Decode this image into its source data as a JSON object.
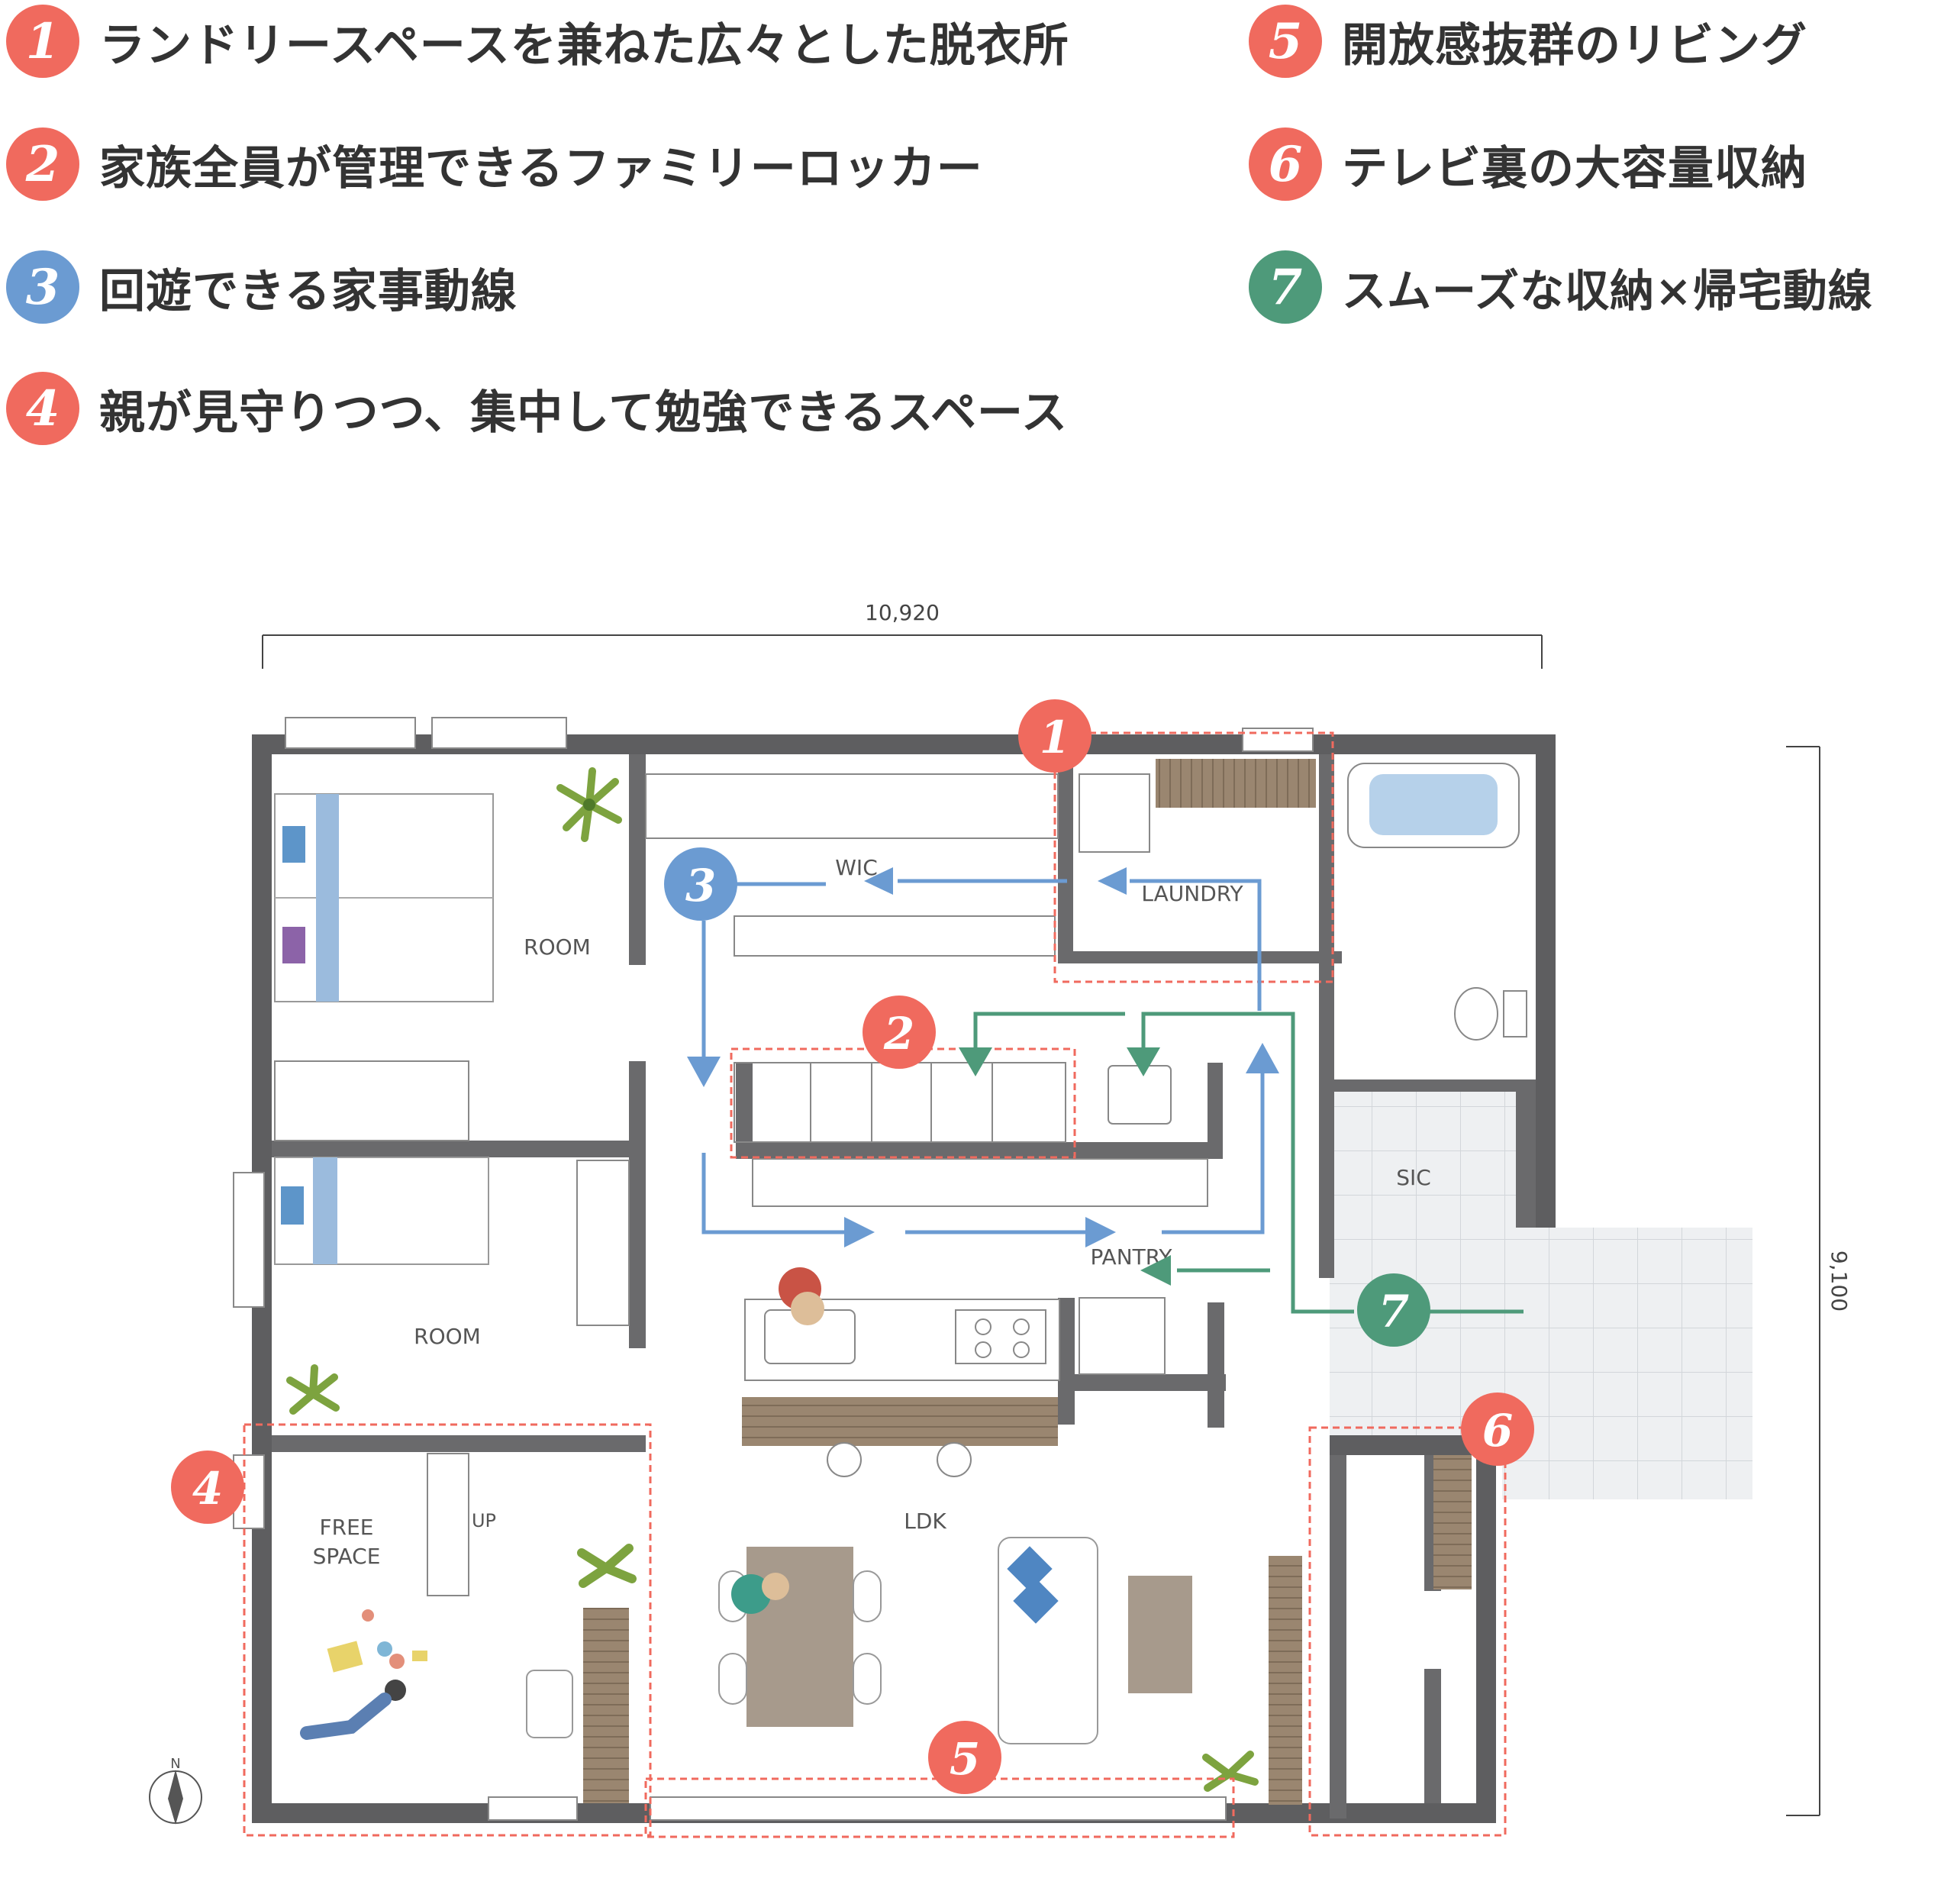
{
  "colors": {
    "red": "#F06A5E",
    "blue": "#6B9BD2",
    "green": "#4E9A7A",
    "wall": "#5E5E60",
    "dash": "#F06A5E"
  },
  "legend": [
    {
      "num": "1",
      "text": "ランドリースペースを兼ねた広々とした脱衣所",
      "color": "red"
    },
    {
      "num": "2",
      "text": "家族全員が管理できるファミリーロッカー",
      "color": "red"
    },
    {
      "num": "3",
      "text": "回遊できる家事動線",
      "color": "blue"
    },
    {
      "num": "4",
      "text": "親が見守りつつ、集中して勉強できるスペース",
      "color": "red"
    },
    {
      "num": "5",
      "text": "開放感抜群のリビング",
      "color": "red"
    },
    {
      "num": "6",
      "text": "テレビ裏の大容量収納",
      "color": "red"
    },
    {
      "num": "7",
      "text": "スムーズな収納×帰宅動線",
      "color": "green"
    }
  ],
  "plan": {
    "dim_width": "10,920",
    "dim_height": "9,100",
    "rooms": {
      "room1": "ROOM",
      "room2": "ROOM",
      "wic": "WIC",
      "laundry": "LAUNDRY",
      "sic": "SIC",
      "pantry": "PANTRY",
      "free1": "FREE",
      "free2": "SPACE",
      "up": "UP",
      "ldk": "LDK"
    },
    "compass": "N",
    "markers": [
      {
        "num": "1",
        "color": "red"
      },
      {
        "num": "2",
        "color": "red"
      },
      {
        "num": "3",
        "color": "blue"
      },
      {
        "num": "4",
        "color": "red"
      },
      {
        "num": "5",
        "color": "red"
      },
      {
        "num": "6",
        "color": "red"
      },
      {
        "num": "7",
        "color": "green"
      }
    ]
  }
}
